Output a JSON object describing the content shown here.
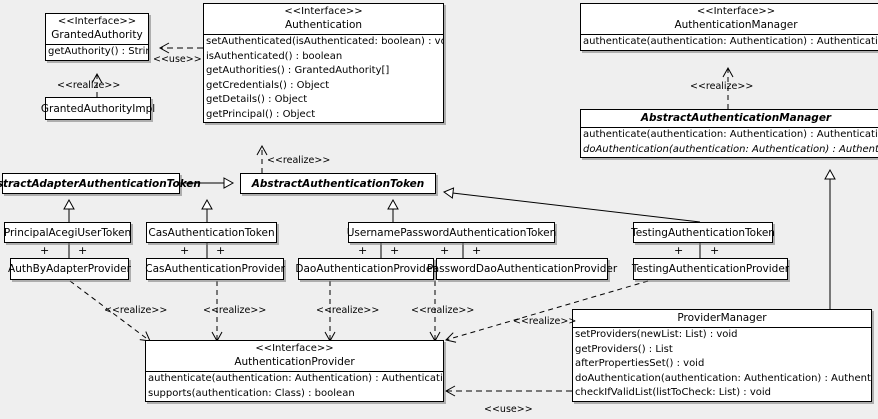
{
  "diagram": {
    "kind": "uml-class-diagram",
    "background": "#efefef",
    "stereotype_interface": "<<Interface>>",
    "labels": {
      "use": "<<use>>",
      "realize": "<<realize>>"
    }
  },
  "classes": {
    "granted_authority": {
      "stereotype": "<<Interface>>",
      "name": "GrantedAuthority",
      "operations": [
        "getAuthority() : String"
      ]
    },
    "granted_authority_impl": {
      "name": "GrantedAuthorityImpl",
      "operations": []
    },
    "authentication": {
      "stereotype": "<<Interface>>",
      "name": "Authentication",
      "operations": [
        "setAuthenticated(isAuthenticated: boolean) : void",
        "isAuthenticated() : boolean",
        "getAuthorities() : GrantedAuthority[]",
        "getCredentials() : Object",
        "getDetails() : Object",
        "getPrincipal() : Object"
      ]
    },
    "authentication_manager": {
      "stereotype": "<<Interface>>",
      "name": "AuthenticationManager",
      "operations": [
        "authenticate(authentication: Authentication) : Authentication"
      ]
    },
    "abstract_authentication_manager": {
      "name": "AbstractAuthenticationManager",
      "operations": [
        "authenticate(authentication: Authentication) : Authentication",
        "doAuthentication(authentication: Authentication) : Authentication"
      ]
    },
    "abstract_adapter_authentication_token": {
      "name": "AbstractAdapterAuthenticationToken",
      "operations": []
    },
    "abstract_authentication_token": {
      "name": "AbstractAuthenticationToken",
      "operations": []
    },
    "principal_acegi_user_token": {
      "name": "PrincipalAcegiUserToken"
    },
    "cas_authentication_token": {
      "name": "CasAuthenticationToken"
    },
    "username_password_authentication_token": {
      "name": "UsernamePasswordAuthenticationToken"
    },
    "testing_authentication_token": {
      "name": "TestingAuthenticationToken"
    },
    "auth_by_adapter_provider": {
      "name": "AuthByAdapterProvider"
    },
    "cas_authentication_provider": {
      "name": "CasAuthenticationProvider"
    },
    "dao_authentication_provider": {
      "name": "DaoAuthenticationProvider"
    },
    "password_dao_authentication_provider": {
      "name": "PasswordDaoAuthenticationProvider"
    },
    "testing_authentication_provider": {
      "name": "TestingAuthenticationProvider"
    },
    "authentication_provider": {
      "stereotype": "<<Interface>>",
      "name": "AuthenticationProvider",
      "operations": [
        "authenticate(authentication: Authentication) : Authentication",
        "supports(authentication: Class) : boolean"
      ]
    },
    "provider_manager": {
      "name": "ProviderManager",
      "operations": [
        "setProviders(newList: List) : void",
        "getProviders() : List",
        "afterPropertiesSet() : void",
        "doAuthentication(authentication: Authentication) : Authentication",
        "checkIfValidList(listToCheck: List) : void"
      ]
    }
  },
  "relationship_labels": {
    "use_auth_to_granted": "<<use>>",
    "realize_gai": "<<realize>>",
    "realize_token": "<<realize>>",
    "realize_aam": "<<realize>>",
    "realize_p1": "<<realize>>",
    "realize_p2": "<<realize>>",
    "realize_p3": "<<realize>>",
    "realize_p4": "<<realize>>",
    "realize_p5": "<<realize>>",
    "use_pm_to_ap": "<<use>>"
  },
  "multiplicity": {
    "plus": "+"
  }
}
